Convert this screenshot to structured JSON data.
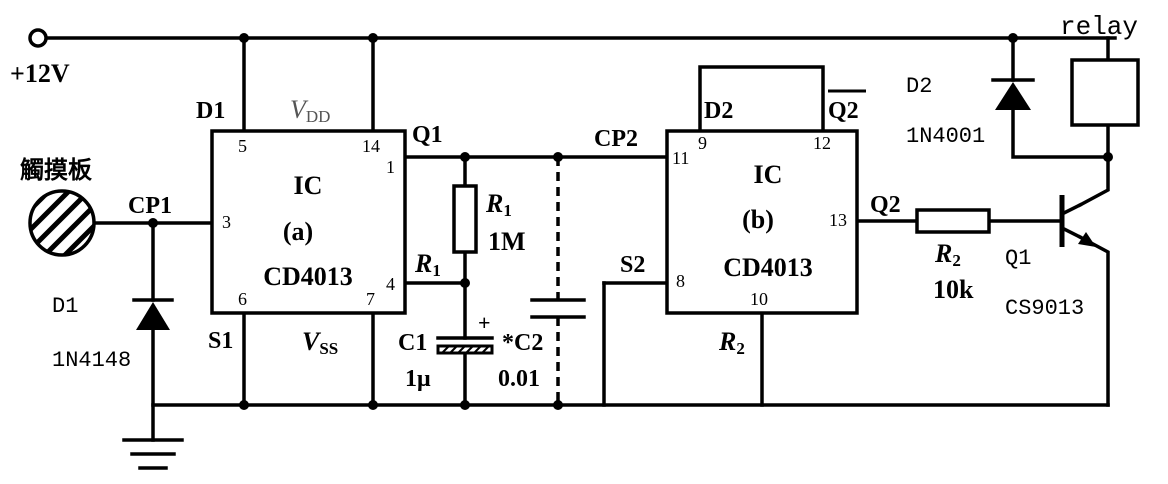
{
  "supply": {
    "label": "+12V"
  },
  "touch_plate": {
    "label": "觸摸板"
  },
  "ic_a": {
    "line1": "IC",
    "line2": "(a)",
    "line3": "CD4013",
    "pin_5": "5",
    "pin_14": "14",
    "pin_1": "1",
    "pin_3": "3",
    "pin_4": "4",
    "pin_6": "6",
    "pin_7": "7",
    "vdd": "V",
    "vdd_sub": "DD",
    "vss": "V",
    "vss_sub": "SS"
  },
  "ic_b": {
    "line1": "IC",
    "line2": "(b)",
    "line3": "CD4013",
    "pin_9": "9",
    "pin_12": "12",
    "pin_11": "11",
    "pin_13": "13",
    "pin_8": "8",
    "pin_10": "10"
  },
  "nets": {
    "d1_pin": "D1",
    "s1_pin": "S1",
    "q1_out": "Q1",
    "cp1": "CP1",
    "cp2": "CP2",
    "d2_pin": "D2",
    "q2_bar": "Q2",
    "q2_out": "Q2",
    "s2_pin": "S2",
    "r1_node": "R",
    "r1_node_sub": "1",
    "r2_node": "R",
    "r2_node_sub": "2"
  },
  "components": {
    "r1": {
      "name": "R",
      "sub": "1",
      "value": "1M"
    },
    "r2": {
      "name": "R",
      "sub": "2",
      "value": "10k"
    },
    "c1": {
      "name": "C1",
      "value": "1μ",
      "polarity": "+"
    },
    "c2": {
      "name": "*C2",
      "value": "0.01"
    },
    "d1": {
      "name": "D1",
      "part": "1N4148"
    },
    "d2": {
      "name": "D2",
      "part": "1N4001"
    },
    "q1": {
      "name": "Q1",
      "part": "CS9013"
    },
    "relay": {
      "name": "relay"
    }
  }
}
